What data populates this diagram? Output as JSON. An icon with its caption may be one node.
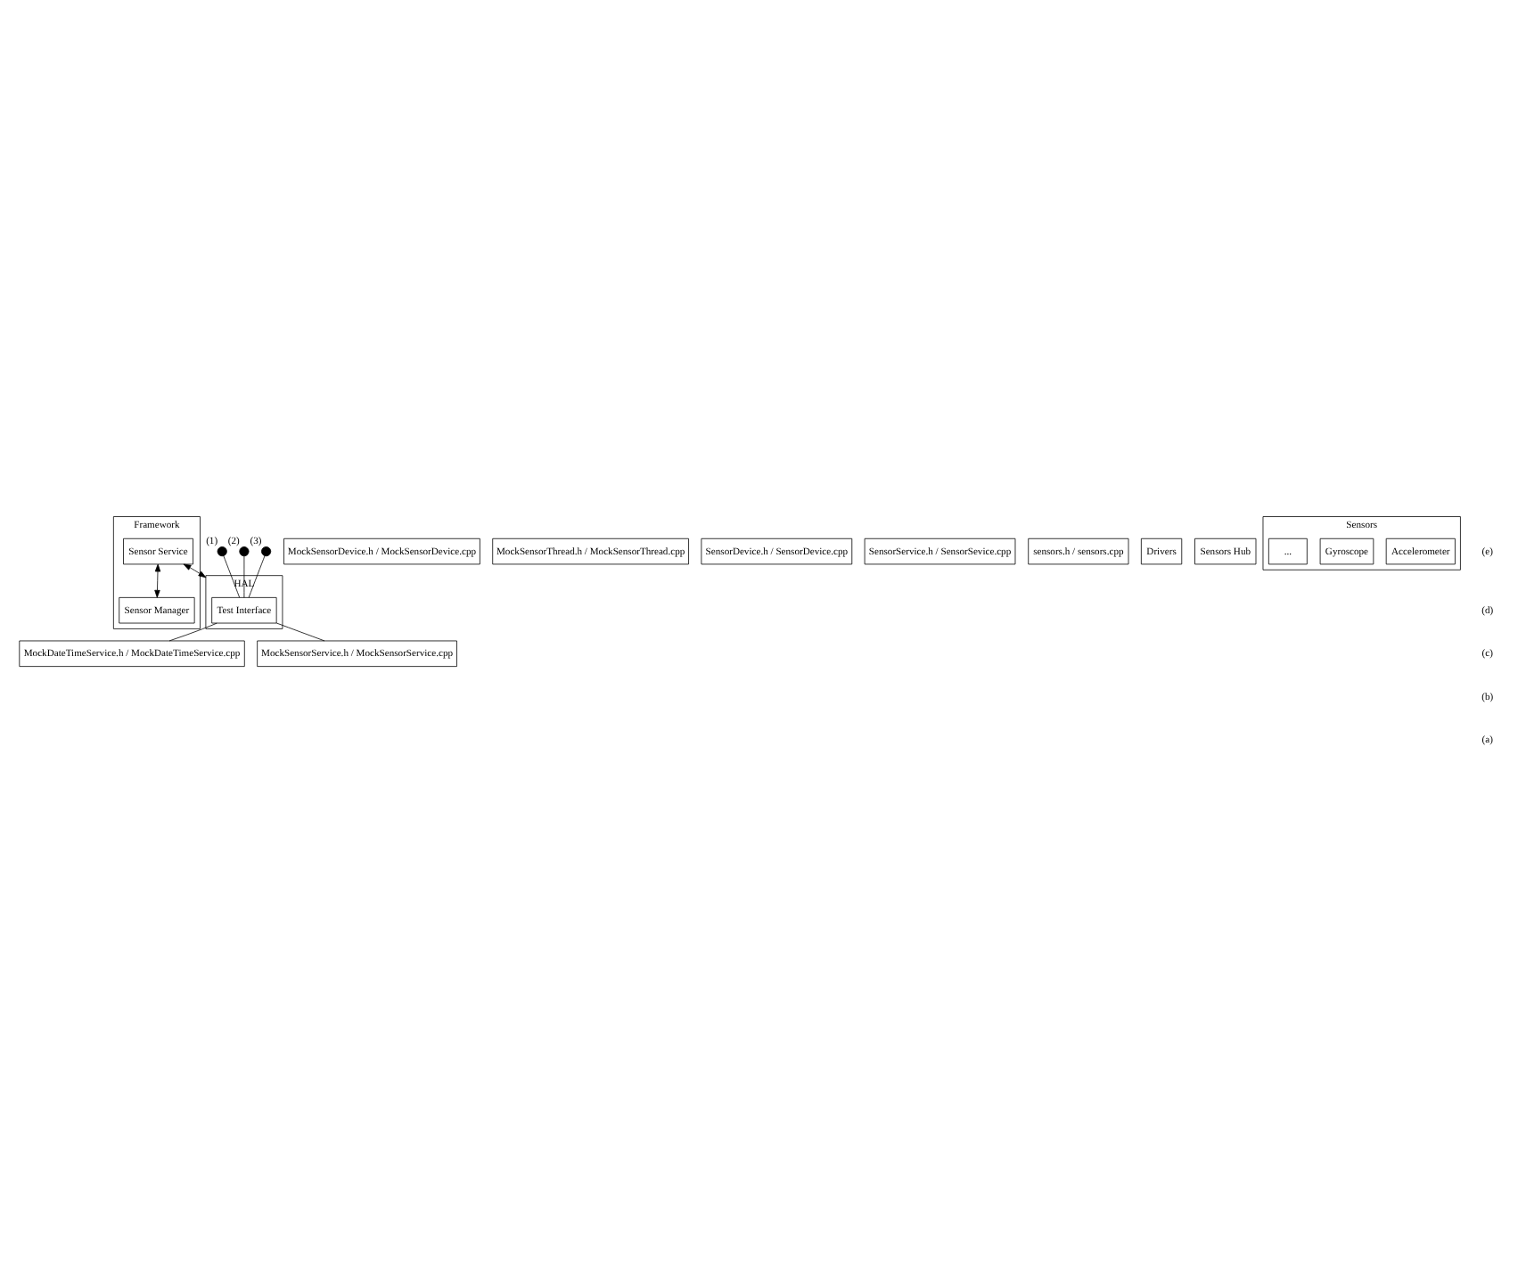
{
  "diagram": {
    "nodes": [
      {
        "text": [
          "Framework"
        ]
      },
      {
        "text": [
          "Sensor Service"
        ],
        "in": 0
      },
      {
        "text": [
          "Sensor Manager"
        ],
        "in": 0
      },
      {
        "text": [
          "HAL"
        ]
      },
      {
        "text": [
          "Test Interface"
        ],
        "in": 3
      },
      {
        "text": [
          "MockDateTimeService.h / MockDateTimeService.cpp"
        ]
      },
      {
        "text": [
          "MockSensorDevice.h / MockSensorDevice.cpp"
        ]
      },
      {
        "text": [
          "MockSensorService.h / MockSensorService.cpp"
        ]
      },
      {
        "text": [
          "MockSensorThread.h / MockSensorThread.cpp"
        ]
      },
      {
        "text": [
          "SensorDevice.h / SensorDevice.cpp"
        ]
      },
      {
        "text": [
          "SensorService.h / SensorSevice.cpp"
        ]
      },
      {
        "text": [
          "sensors.h / sensors.cpp"
        ]
      },
      {
        "text": [
          "Drivers"
        ]
      },
      {
        "text": [
          "Sensors Hub"
        ]
      },
      {
        "text": [
          "Sensors"
        ]
      },
      {
        "text": [
          "Accelerometer"
        ],
        "in": 14
      },
      {
        "text": [
          "Gyroscope"
        ],
        "in": 14
      },
      {
        "text": [
          "..."
        ],
        "in": 14
      },
      {
        "text": [],
        "shape": "circle",
        "beside": [
          "(1)"
        ]
      },
      {
        "text": [],
        "shape": "circle",
        "beside": [
          "(2)"
        ]
      },
      {
        "text": [],
        "shape": "circle",
        "beside": [
          "(3)"
        ]
      }
    ],
    "edges": [
      {
        "from": 1,
        "to": 2,
        "arrow": "both"
      },
      {
        "from": 1,
        "to": 3,
        "arrow": "both"
      },
      {
        "from": 18,
        "to": 4,
        "arrow": "none"
      },
      {
        "from": 19,
        "to": 4,
        "arrow": "none"
      },
      {
        "from": 20,
        "to": 4,
        "arrow": "none"
      },
      {
        "from": 4,
        "to": 5,
        "arrow": "none"
      },
      {
        "from": 4,
        "to": 7,
        "arrow": "none"
      }
    ],
    "labels": [
      "(e)",
      "(d)",
      "(c)",
      "(b)",
      "(a)"
    ]
  }
}
